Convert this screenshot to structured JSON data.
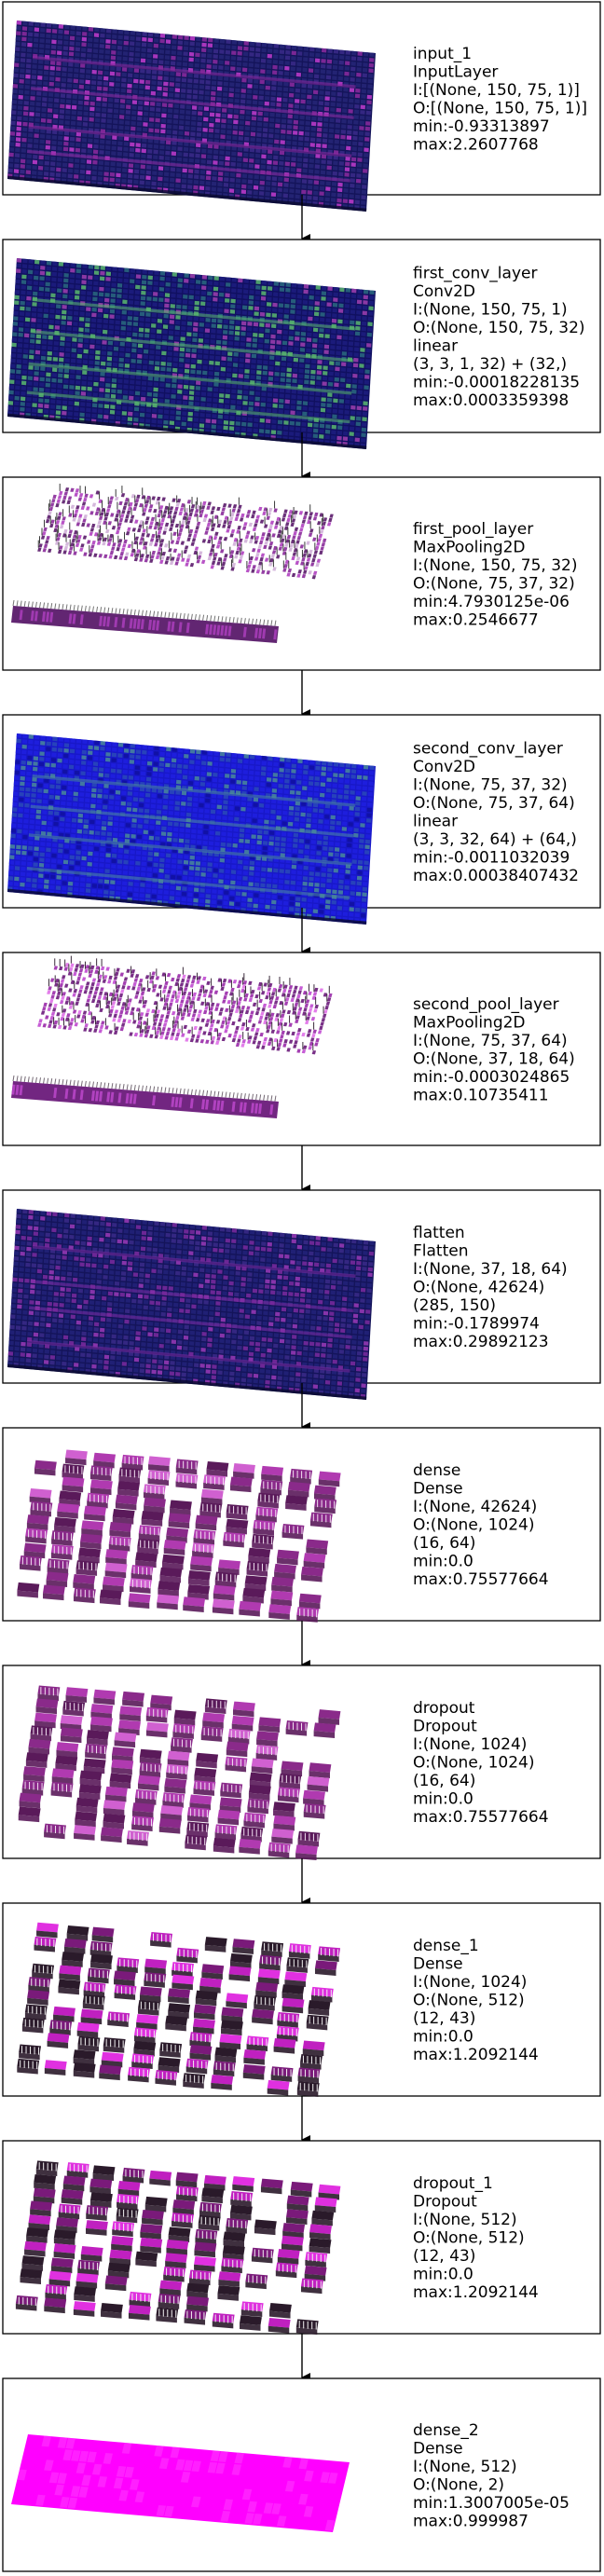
{
  "layers": [
    {
      "id": "input",
      "lines": [
        "input_1",
        "InputLayer",
        "I:[(None, 150, 75, 1)]",
        "O:[(None, 150, 75, 1)]",
        "min:-0.93313897",
        "max:2.2607768"
      ],
      "style": "grid",
      "palette": [
        "#14145a",
        "#262678",
        "#3a2a8a",
        "#8c2aa0",
        "#c23ccf"
      ]
    },
    {
      "id": "first_conv_layer",
      "lines": [
        "first_conv_layer",
        "Conv2D",
        "I:(None, 150, 75, 1)",
        "O:(None, 150, 75, 32)",
        "linear",
        "(3, 3, 1, 32) + (32,)",
        "min:-0.00018228135",
        "max:0.0003359398"
      ],
      "style": "grid",
      "palette": [
        "#101060",
        "#1d1d80",
        "#2a6a80",
        "#5ab870",
        "#a040b0"
      ]
    },
    {
      "id": "first_pool_layer",
      "lines": [
        "first_pool_layer",
        "MaxPooling2D",
        "I:(None, 150, 75, 32)",
        "O:(None, 75, 37, 32)",
        "min:4.7930125e-06",
        "max:0.2546677"
      ],
      "style": "pool",
      "palette": [
        "#5a1a6a",
        "#8a2a9a",
        "#b040c0",
        "#d0b0d8",
        "#3a3a3a"
      ]
    },
    {
      "id": "second_conv_layer",
      "lines": [
        "second_conv_layer",
        "Conv2D",
        "I:(None, 75, 37, 32)",
        "O:(None, 75, 37, 64)",
        "linear",
        "(3, 3, 32, 64) + (64,)",
        "min:-0.0011032039",
        "max:0.00038407432"
      ],
      "style": "grid",
      "palette": [
        "#1818c8",
        "#2020e0",
        "#2a4ab8",
        "#4a8a9a",
        "#1010a0"
      ]
    },
    {
      "id": "second_pool_layer",
      "lines": [
        "second_pool_layer",
        "MaxPooling2D",
        "I:(None, 75, 37, 64)",
        "O:(None, 37, 18, 64)",
        "min:-0.0003024865",
        "max:0.10735411"
      ],
      "style": "pool",
      "palette": [
        "#6a1a7a",
        "#9a2aaa",
        "#c04ad0",
        "#e070e8",
        "#3a2a3a"
      ]
    },
    {
      "id": "flatten",
      "lines": [
        "flatten",
        "Flatten",
        "I:(None, 37, 18, 64)",
        "O:(None, 42624)",
        "(285, 150)",
        "min:-0.1789974",
        "max:0.29892123"
      ],
      "style": "grid",
      "palette": [
        "#14145a",
        "#22227a",
        "#3a2a8a",
        "#7a2aa0",
        "#9a3ab8"
      ]
    },
    {
      "id": "dense",
      "lines": [
        "dense",
        "Dense",
        "I:(None, 42624)",
        "O:(None, 1024)",
        "(16, 64)",
        "min:0.0",
        "max:0.75577664"
      ],
      "style": "blocks",
      "palette": [
        "#5a1a5a",
        "#8a2a8a",
        "#b03ab0",
        "#d060d0",
        "#f0e0f0"
      ]
    },
    {
      "id": "dropout",
      "lines": [
        "dropout",
        "Dropout",
        "I:(None, 1024)",
        "O:(None, 1024)",
        "(16, 64)",
        "min:0.0",
        "max:0.75577664"
      ],
      "style": "blocks",
      "palette": [
        "#5a1a5a",
        "#8a2a8a",
        "#b03ab0",
        "#d060d0",
        "#f0e0f0"
      ]
    },
    {
      "id": "dense_1",
      "lines": [
        "dense_1",
        "Dense",
        "I:(None, 1024)",
        "O:(None, 512)",
        "(12, 43)",
        "min:0.0",
        "max:1.2092144"
      ],
      "style": "blocks",
      "palette": [
        "#2a1a2a",
        "#7a1a7a",
        "#c020c0",
        "#e030e0",
        "#f0f0f0"
      ]
    },
    {
      "id": "dropout_1",
      "lines": [
        "dropout_1",
        "Dropout",
        "I:(None, 512)",
        "O:(None, 512)",
        "(12, 43)",
        "min:0.0",
        "max:1.2092144"
      ],
      "style": "blocks",
      "palette": [
        "#2a1a2a",
        "#7a1a7a",
        "#c020c0",
        "#e030e0",
        "#f0f0f0"
      ]
    },
    {
      "id": "dense_2",
      "lines": [
        "dense_2",
        "Dense",
        "I:(None, 512)",
        "O:(None, 2)",
        "min:1.3007005e-05",
        "max:0.999987"
      ],
      "style": "solid",
      "palette": [
        "#ff00ff",
        "#f020f0",
        "#ff40ff",
        "#e000e0",
        "#ff00ff"
      ]
    }
  ]
}
